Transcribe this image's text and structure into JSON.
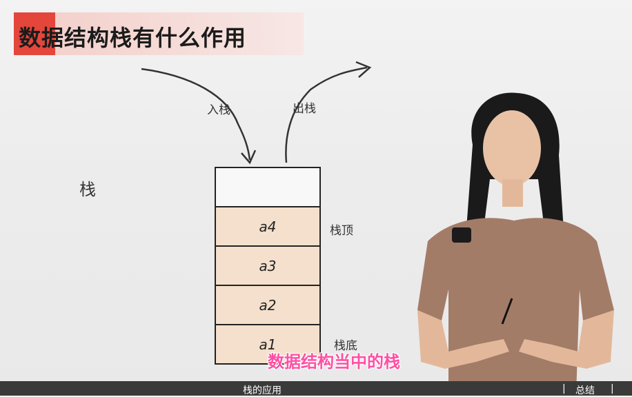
{
  "title": "数据结构栈有什么作用",
  "arrows": {
    "push_label": "入栈",
    "pop_label": "出栈"
  },
  "stack": {
    "label": "栈",
    "cells": [
      "",
      "a4",
      "a3",
      "a2",
      "a1"
    ],
    "top_label": "栈顶",
    "bottom_label": "栈底"
  },
  "subtitle": "数据结构当中的栈",
  "bottom_bar": {
    "section": "栈的应用",
    "summary": "总结"
  },
  "colors": {
    "accent_red": "#e4463b",
    "cell_fill": "#f4e0cc",
    "subtitle_pink": "#ff4fa3"
  }
}
